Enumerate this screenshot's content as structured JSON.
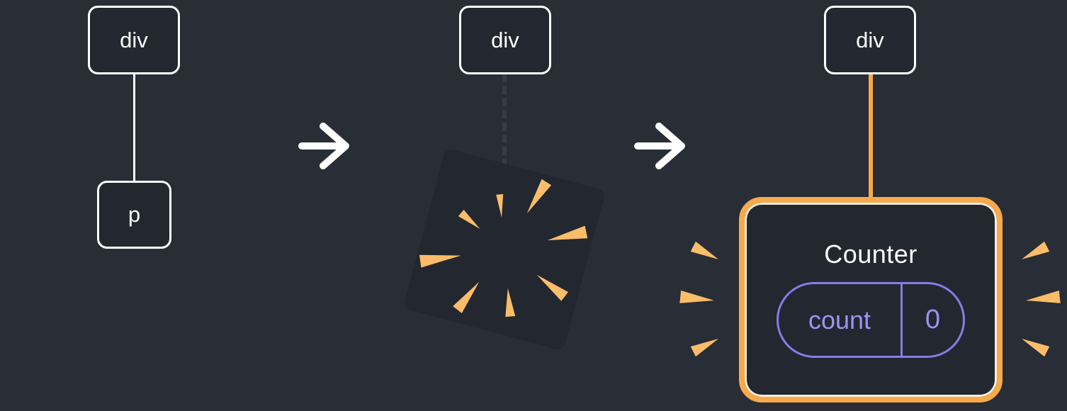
{
  "stage1": {
    "parent_label": "div",
    "child_label": "p"
  },
  "stage2": {
    "parent_label": "div"
  },
  "stage3": {
    "parent_label": "div",
    "counter_title": "Counter",
    "state_name": "count",
    "state_value": "0"
  },
  "colors": {
    "background": "#282d36",
    "node_fill": "#23272f",
    "node_border": "#ffffff",
    "text": "#ffffff",
    "arrow": "#ffffff",
    "dashed_line": "#363b44",
    "highlight_orange": "#F8A94B",
    "spark_orange": "#FBBD68",
    "state_purple": "#867CE8",
    "state_text_purple": "#9D93F3",
    "card_inner_outline": "#f6ecdc"
  }
}
